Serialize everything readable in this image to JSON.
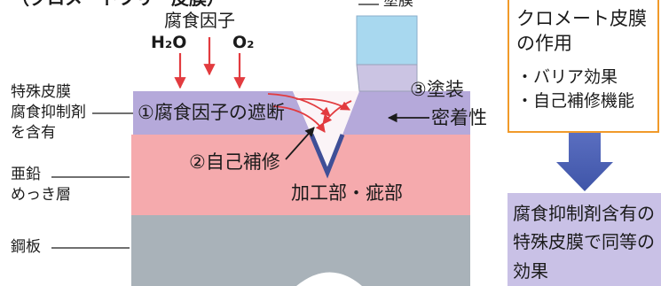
{
  "title": "（クロメートフリー皮膜）",
  "corrosion_factors": {
    "label": "腐食因子",
    "h2o": "H₂O",
    "o2": "O₂"
  },
  "left_labels": {
    "special_coating_line1": "特殊皮膜",
    "special_coating_line2": "腐食抑制剤",
    "special_coating_line3": "を含有",
    "zinc_line1": "亜鉛",
    "zinc_line2": "めっき層",
    "steel": "鋼板"
  },
  "layer_labels": {
    "barrier": "①腐食因子の遮断",
    "self_repair": "②自己補修",
    "damaged_part": "加工部・疵部",
    "paint_adhesion_line1": "③塗装",
    "paint_adhesion_line2": "密着性",
    "paint_film": "塗膜"
  },
  "chromate_box": {
    "title_line1": "クロメート皮膜",
    "title_line2": "の作用",
    "items": [
      "・バリア効果",
      "・自己補修機能"
    ]
  },
  "result_box": {
    "lines": [
      "腐食抑制剤含有の",
      "特殊皮膜で同等の",
      "効果"
    ]
  },
  "colors": {
    "special_coating": "#b5a9da",
    "zinc_plating": "#f5aaad",
    "steel_plate": "#a9b2b9",
    "paint_film": "#a8d8ef",
    "paint_base": "#cbc4e3",
    "notch_lining": "#3f4f97",
    "corrosion_arrow": "#e23b3f",
    "chromate_box_border": "#f19a2a",
    "result_box_fill": "#c9c1e6",
    "down_arrow": "#4b60b2"
  }
}
